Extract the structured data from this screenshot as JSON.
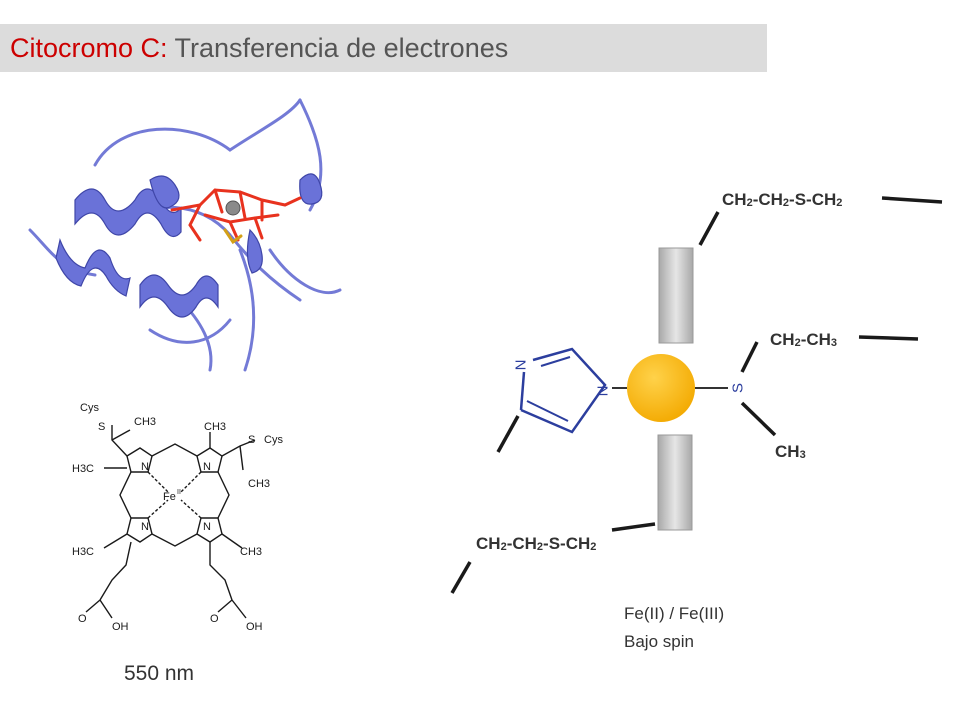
{
  "title": {
    "accent": "Citocromo C:",
    "rest": "Transferencia de electrones"
  },
  "heme": {
    "substituents": {
      "cys_top": "Cys",
      "cys_right": "Cys",
      "s_top": "S",
      "s_right": "S",
      "ch3_a": "CH3",
      "ch3_b": "CH3",
      "ch3_c": "CH3",
      "h3c_left": "H3C",
      "h3c_bottom": "H3C",
      "ch3_bottom": "CH3",
      "o_left": "O",
      "oh_left": "OH",
      "o_right": "O",
      "oh_right": "OH"
    },
    "metal": "Fe",
    "metal_ox": "II",
    "nitrogen": "N",
    "wavelength": "550 nm"
  },
  "scheme": {
    "top_chain": [
      "CH",
      "2",
      "-CH",
      "2",
      "-S-CH",
      "2"
    ],
    "ethyl": [
      "CH",
      "2",
      "-CH",
      "3"
    ],
    "methyl": [
      "CH",
      "3"
    ],
    "bottom_chain": [
      "CH",
      "2",
      "-CH",
      "2",
      "-S-CH",
      "2"
    ],
    "sulfur": "S",
    "imidazole_n": "N",
    "oxidation": "Fe(II) / Fe(III)",
    "spin": "Bajo spin"
  },
  "colors": {
    "title_accent": "#cc0000",
    "title_rest": "#555555",
    "title_bar": "#dcdcdc",
    "iron_center": "#fbb900",
    "protein_ribbon": "#6a72d8",
    "heme_group": "#e8321e",
    "axial_plane": "#c8c8c8",
    "ligand_blue": "#2c3e9e"
  }
}
